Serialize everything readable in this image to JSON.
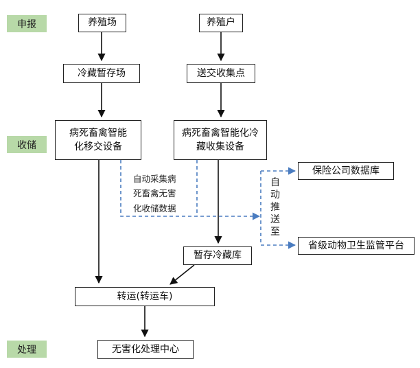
{
  "stages": {
    "declare": "申报",
    "collect": "收储",
    "process": "处理"
  },
  "nodes": {
    "farm": "养殖场",
    "household": "养殖户",
    "cold_temp_storage": "冷藏暂存场",
    "collection_point": "送交收集点",
    "smart_transfer_line1": "病死畜禽智能",
    "smart_transfer_line2": "化移交设备",
    "smart_cold_line1": "病死畜禽智能化冷",
    "smart_cold_line2": "藏收集设备",
    "temp_cold_storage": "暂存冷藏库",
    "transport": "转运(转运车)",
    "treatment_center": "无害化处理中心",
    "insurance_db": "保险公司数据库",
    "provincial_platform": "省级动物卫生监管平台"
  },
  "annotations": {
    "auto_collect_line1": "自动采集病",
    "auto_collect_line2": "死畜禽无害",
    "auto_collect_line3": "化收储数据",
    "auto_push": [
      "自",
      "动",
      "推",
      "送",
      "至"
    ]
  },
  "colors": {
    "stage_tag": "#b8d9a8",
    "box_border": "#222222",
    "arrow": "#111111",
    "data_flow": "#4a7cc0"
  }
}
